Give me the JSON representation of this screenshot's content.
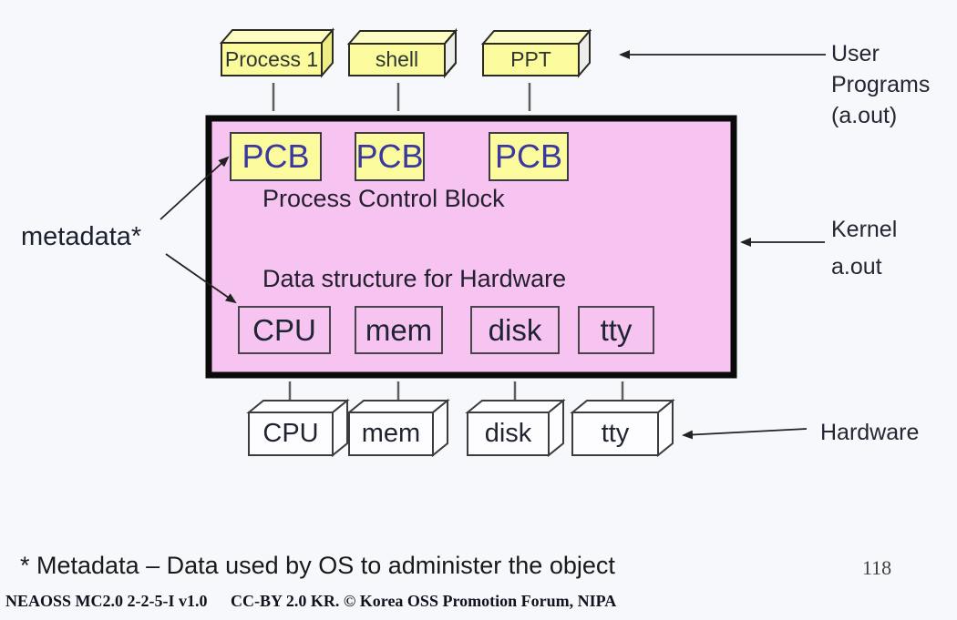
{
  "slide": {
    "user_program_boxes": [
      "Process 1",
      "shell",
      "PPT"
    ],
    "kernel_box": {
      "pcb_labels": [
        "PCB",
        "PCB",
        "PCB"
      ],
      "pcb_caption": "Process Control Block",
      "ds_caption": "Data structure for Hardware",
      "ds_labels": [
        "CPU",
        "mem",
        "disk",
        "tty"
      ]
    },
    "hardware_labels": [
      "CPU",
      "mem",
      "disk",
      "tty"
    ],
    "callouts": {
      "metadata": "metadata*",
      "user_programs": "User\nPrograms\n(a.out)",
      "kernel": "Kernel\na.out",
      "hardware": "Hardware"
    },
    "footnote": "* Metadata – Data used  by OS to administer the object",
    "page_number": "118",
    "footer": {
      "left": "NEAOSS MC2.0 2-2-5-I v1.0",
      "center": "CC-BY 2.0 KR. © Korea OSS Promotion Forum, NIPA"
    },
    "colors": {
      "background": "#f7f8fc",
      "kernel_fill": "#f7c3f0",
      "kernel_border": "#0a0a0a",
      "program_box_fill": "#fbfb9e",
      "pcb_fill": "#fbfb9e",
      "pcb_text": "#3a38a0",
      "hardware_box_fill": "#fdfdff",
      "arrow_line": "#222222",
      "connector_line": "#5f5f5f"
    }
  }
}
